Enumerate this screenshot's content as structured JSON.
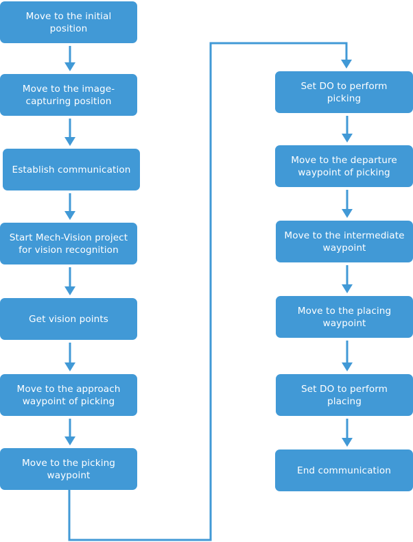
{
  "diagram": {
    "type": "flowchart",
    "colors": {
      "box_fill": "#4199d6",
      "text": "#ffffff",
      "connector": "#4199d6"
    },
    "steps": [
      {
        "id": "s1",
        "label": "Move to the initial position",
        "lines": [
          "Move to the initial",
          "position"
        ]
      },
      {
        "id": "s2",
        "label": "Move to the image-capturing position",
        "lines": [
          "Move to the image-",
          "capturing position"
        ]
      },
      {
        "id": "s3",
        "label": "Establish communication",
        "lines": [
          "Establish communication"
        ]
      },
      {
        "id": "s4",
        "label": "Start Mech-Vision project for vision recognition",
        "lines": [
          "Start Mech-Vision project",
          "for vision recognition"
        ]
      },
      {
        "id": "s5",
        "label": "Get vision points",
        "lines": [
          "Get vision points"
        ]
      },
      {
        "id": "s6",
        "label": "Move to the approach waypoint of picking",
        "lines": [
          "Move to the approach",
          "waypoint of picking"
        ]
      },
      {
        "id": "s7",
        "label": "Move to the picking waypoint",
        "lines": [
          "Move to the picking",
          "waypoint"
        ]
      },
      {
        "id": "s8",
        "label": "Set DO to perform picking",
        "lines": [
          "Set DO to perform",
          "picking"
        ]
      },
      {
        "id": "s9",
        "label": "Move to the departure waypoint of picking",
        "lines": [
          "Move to the departure",
          "waypoint of picking"
        ]
      },
      {
        "id": "s10",
        "label": "Move to the intermediate waypoint",
        "lines": [
          "Move to the intermediate",
          "waypoint"
        ]
      },
      {
        "id": "s11",
        "label": "Move to the placing waypoint",
        "lines": [
          "Move to the placing",
          "waypoint"
        ]
      },
      {
        "id": "s12",
        "label": "Set DO to perform placing",
        "lines": [
          "Set DO to perform",
          "placing"
        ]
      },
      {
        "id": "s13",
        "label": "End communication",
        "lines": [
          "End communication"
        ]
      }
    ],
    "edges": [
      [
        "s1",
        "s2"
      ],
      [
        "s2",
        "s3"
      ],
      [
        "s3",
        "s4"
      ],
      [
        "s4",
        "s5"
      ],
      [
        "s5",
        "s6"
      ],
      [
        "s6",
        "s7"
      ],
      [
        "s7",
        "s8"
      ],
      [
        "s8",
        "s9"
      ],
      [
        "s9",
        "s10"
      ],
      [
        "s10",
        "s11"
      ],
      [
        "s11",
        "s12"
      ],
      [
        "s12",
        "s13"
      ]
    ]
  }
}
